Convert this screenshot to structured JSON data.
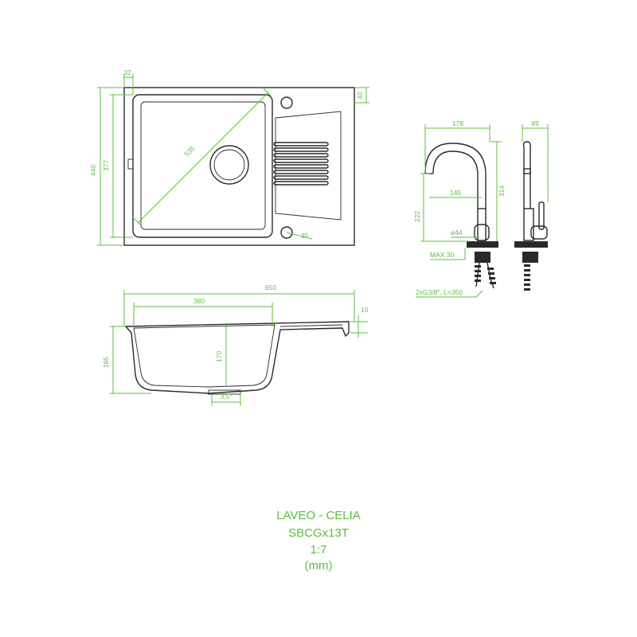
{
  "title_block": {
    "brand": "LAVEO - CELIA",
    "model": "SBCGx13T",
    "scale": "1:7",
    "units": "(mm)"
  },
  "dimensions": {
    "top_view": {
      "edge_offset": "32",
      "hole_offset": "40",
      "total_depth": "440",
      "bowl_depth": "377",
      "diagonal": "535",
      "hole_radius": "35"
    },
    "side_view": {
      "total_width": "650",
      "bowl_width": "380",
      "rim": "10",
      "total_height": "185",
      "bowl_height": "170",
      "drain": "3,5\""
    },
    "faucet": {
      "reach": "178",
      "body_width": "89",
      "spout_reach": "145",
      "total_height": "314",
      "spout_height": "222",
      "hole_diameter": "ø44",
      "counter_max": "MAX 30",
      "hoses": "2xG3/8\", L=350"
    }
  }
}
